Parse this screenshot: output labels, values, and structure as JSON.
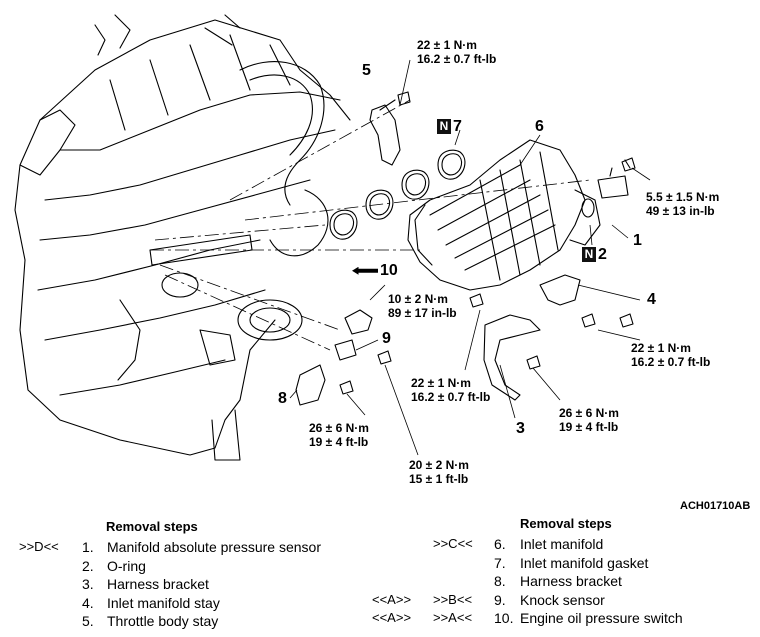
{
  "figure_code": "ACH01710AB",
  "callouts": {
    "c1": "1",
    "c2": "2",
    "c3": "3",
    "c4": "4",
    "c5": "5",
    "c6": "6",
    "c7": "7",
    "c8": "8",
    "c9": "9",
    "c10": "10",
    "n_marker": "N"
  },
  "torques": {
    "t_top": [
      "22 ± 1 N·m",
      "16.2 ± 0.7 ft-lb"
    ],
    "t_sensor": [
      "5.5 ± 1.5 N·m",
      "49 ± 13 in-lb"
    ],
    "t_switch": [
      "10 ± 2 N·m",
      "89 ± 17 in-lb"
    ],
    "t_stay": [
      "22 ± 1 N·m",
      "16.2 ± 0.7 ft-lb"
    ],
    "t_bracket_center": [
      "22 ± 1 N·m",
      "16.2 ± 0.7 ft-lb"
    ],
    "t_bracket3": [
      "26 ± 6 N·m",
      "19 ± 4 ft-lb"
    ],
    "t_stay8": [
      "26 ± 6 N·m",
      "19 ± 4 ft-lb"
    ],
    "t_knock": [
      "20 ± 2 N·m",
      "15 ± 1 ft-lb"
    ]
  },
  "steps_left": {
    "title": "Removal steps",
    "items": [
      {
        "ref": ">>D<<",
        "num": "1.",
        "text": "Manifold absolute pressure sensor"
      },
      {
        "ref": "",
        "num": "2.",
        "text": "O-ring"
      },
      {
        "ref": "",
        "num": "3.",
        "text": "Harness bracket"
      },
      {
        "ref": "",
        "num": "4.",
        "text": "Inlet manifold stay"
      },
      {
        "ref": "",
        "num": "5.",
        "text": "Throttle body stay"
      }
    ]
  },
  "steps_right": {
    "title": "Removal steps",
    "items": [
      {
        "ref1": "",
        "ref2": ">>C<<",
        "num": "6.",
        "text": "Inlet manifold"
      },
      {
        "ref1": "",
        "ref2": "",
        "num": "7.",
        "text": "Inlet manifold gasket"
      },
      {
        "ref1": "",
        "ref2": "",
        "num": "8.",
        "text": "Harness bracket"
      },
      {
        "ref1": "<<A>>",
        "ref2": ">>B<<",
        "num": "9.",
        "text": "Knock sensor"
      },
      {
        "ref1": "<<A>>",
        "ref2": ">>A<<",
        "num": "10.",
        "text": "Engine oil pressure switch"
      }
    ]
  }
}
